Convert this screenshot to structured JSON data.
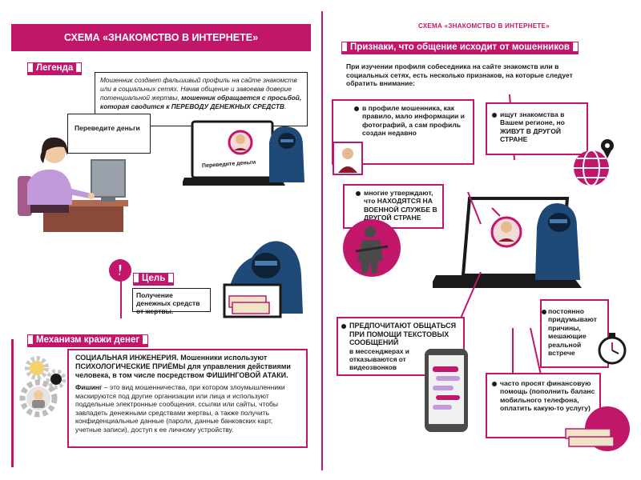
{
  "header": {
    "right_small": "СХЕМА «ЗНАКОМСТВО В ИНТЕРНЕТЕ»",
    "left_banner": "СХЕМА «ЗНАКОМСТВО В ИНТЕРНЕТЕ»"
  },
  "legend": {
    "title": "Легенда",
    "text_a": "Мошенник создает фальшивый профиль на сайте знакомств или в социальных сетях. Начав общение и завоевав доверие потенциальной жертвы, ",
    "text_b": "мошенник обращается с просьбой, которая сводится к ПЕРЕВОДУ ДЕНЕЖНЫХ СРЕДСТВ",
    "text_c": ".",
    "bubble_left": "Переведите деньги",
    "laptop_caption": "Переведите деньги"
  },
  "goal": {
    "title": "Цель",
    "text": "Получение денежных средств от жертвы."
  },
  "mechanism": {
    "title": "Механизм кражи денег",
    "p1": "СОЦИАЛЬНАЯ ИНЖЕНЕРИЯ. Мошенники используют ПСИХОЛОГИЧЕСКИЕ ПРИЁМЫ для управления действиями человека, в том числе посредством ФИШИНГОВОЙ АТАКИ.",
    "p2_bold": "Фишинг",
    "p2_rest": " – это вид мошенничества, при котором злоумышленники маскируются под другие организации или лица и используют поддельные электронные сообщения, ссылки или сайты, чтобы завладеть денежными средствами жертвы, а также получить конфиденциальные данные (пароли, данные банковских карт, учетные записи), доступ к ее личному устройству."
  },
  "signs": {
    "title": "Признаки, что общение исходит от мошенников",
    "intro": "При изучении профиля собеседника на сайте знакомств или в социальных сетях, есть несколько признаков, на которые следует обратить внимание:",
    "s1": "в профиле мошенника, как правило, мало информации и фотографий, а сам профиль создан недавно",
    "s2_a": "ищут знакомства в Вашем регионе, но ",
    "s2_b": "ЖИВУТ В ДРУГОЙ СТРАНЕ",
    "s3_a": "многие утверждают, что ",
    "s3_b": "НАХОДЯТСЯ НА ВОЕННОЙ СЛУЖБЕ В ДРУГОЙ СТРАНЕ",
    "s4_a": "ПРЕДПОЧИТАЮТ ОБЩАТЬСЯ ПРИ ПОМОЩИ ТЕКСТОВЫХ СООБЩЕНИЙ",
    "s4_b": "в мессенджерах и отказываются от видеозвонков",
    "s5": "постоянно придумывают причины, мешающие реальной встрече",
    "s6": "часто просят финансовую помощь (пополнить баланс мобильного телефона, оплатить какую-то услугу)"
  },
  "colors": {
    "accent": "#c2166b",
    "hoodie": "#1f4a78",
    "dark": "#1a1a1a"
  }
}
